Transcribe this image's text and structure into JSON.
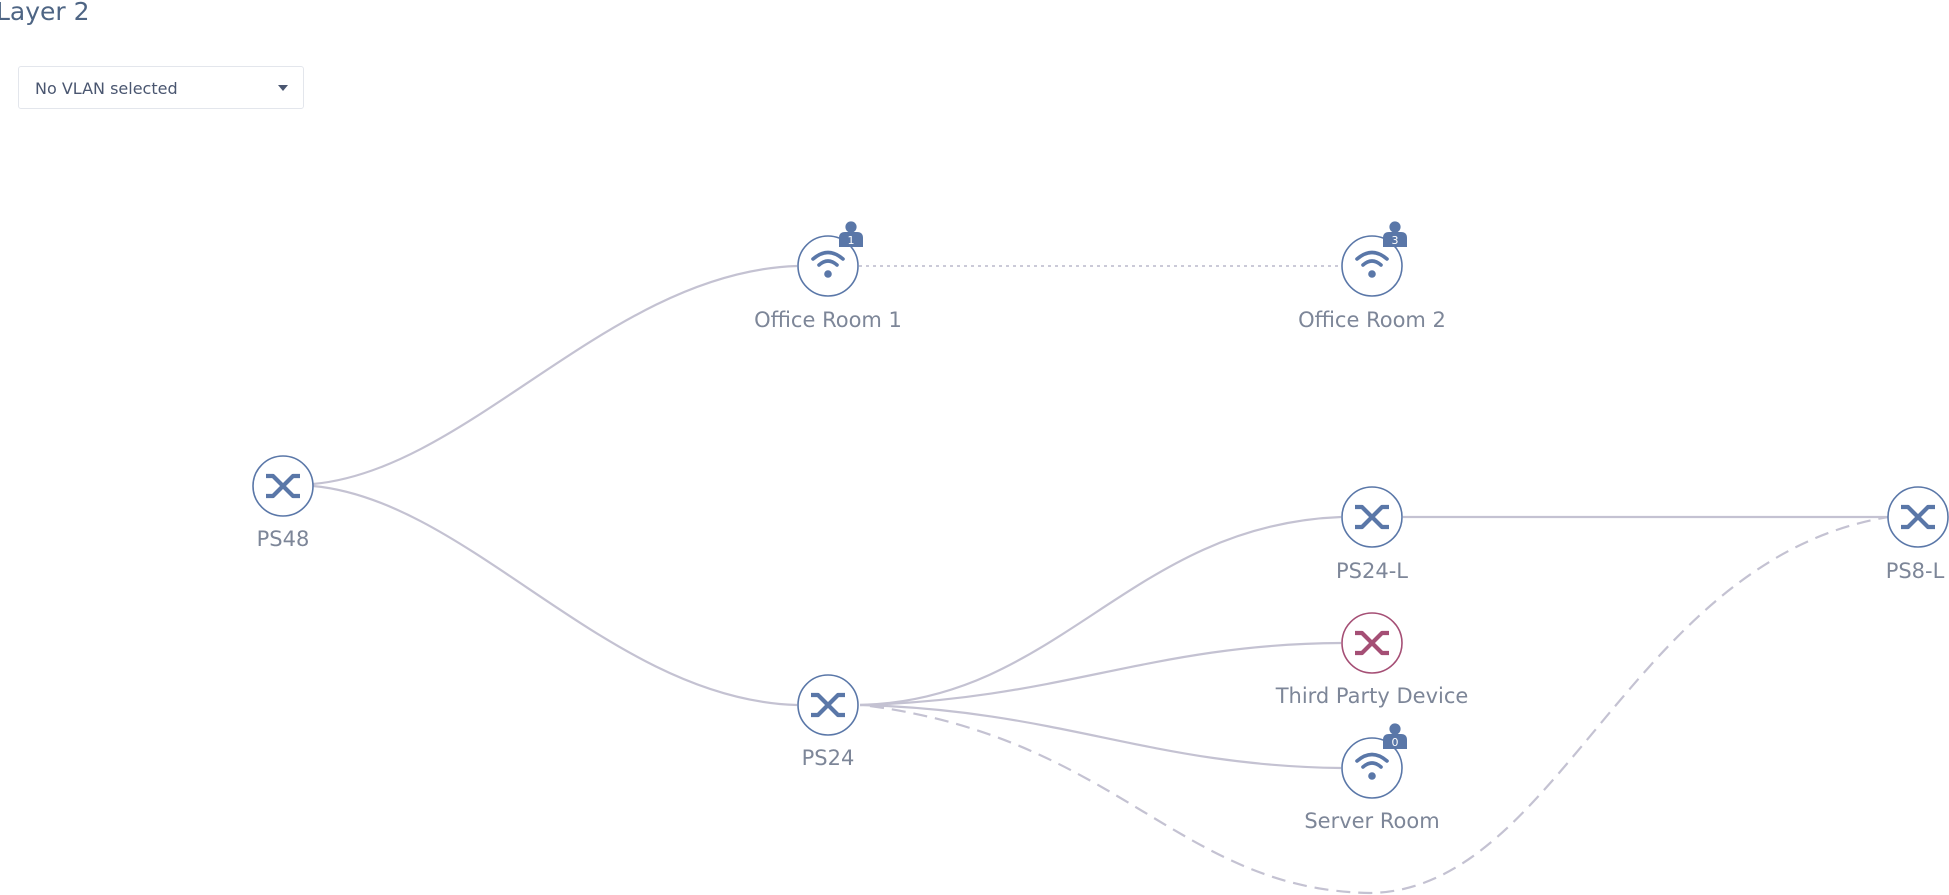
{
  "page": {
    "title": "Layer 2"
  },
  "vlan_select": {
    "value": "No VLAN selected"
  },
  "colors": {
    "primary": "#5a77a8",
    "third_party": "#a54f75",
    "link": "#c4c2d2",
    "label": "#7d8698"
  },
  "nodes": {
    "office_room_1": {
      "label": "Office Room 1",
      "type": "wireless",
      "icon": "wifi-icon",
      "clients": "1"
    },
    "office_room_2": {
      "label": "Office Room 2",
      "type": "wireless",
      "icon": "wifi-icon",
      "clients": "3"
    },
    "ps48": {
      "label": "PS48",
      "type": "switch",
      "icon": "switch-icon"
    },
    "ps24": {
      "label": "PS24",
      "type": "switch",
      "icon": "switch-icon"
    },
    "ps24_l": {
      "label": "PS24-L",
      "type": "switch",
      "icon": "switch-icon"
    },
    "ps8_l": {
      "label": "PS8-L",
      "type": "switch",
      "icon": "switch-icon"
    },
    "third_party_device": {
      "label": "Third Party Device",
      "type": "third-party",
      "icon": "switch-icon"
    },
    "server_room": {
      "label": "Server Room",
      "type": "wireless",
      "icon": "wifi-icon",
      "clients": "0"
    }
  }
}
